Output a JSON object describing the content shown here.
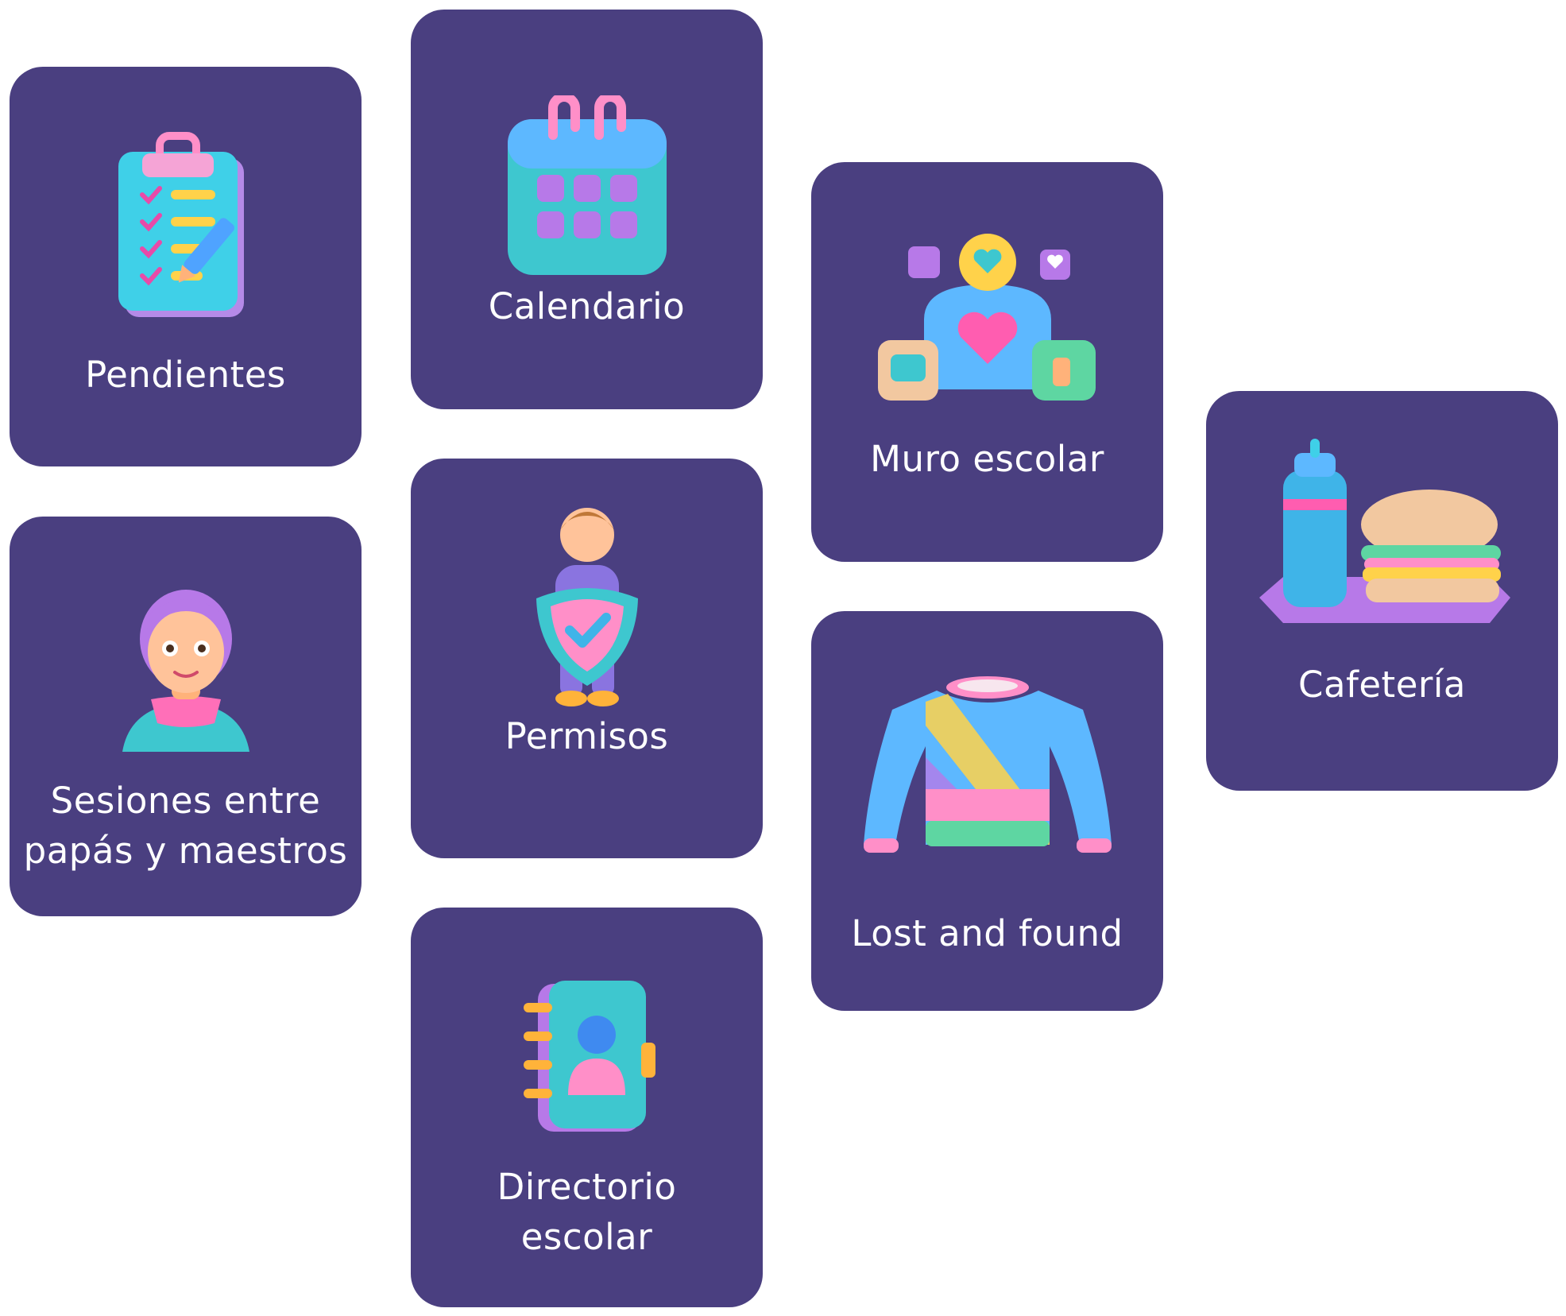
{
  "tiles": {
    "pendientes": {
      "label": "Pendientes",
      "icon": "clipboard-checklist-icon"
    },
    "calendario": {
      "label": "Calendario",
      "icon": "calendar-icon"
    },
    "muro_escolar": {
      "label": "Muro escolar",
      "icon": "social-wall-icon"
    },
    "cafeteria": {
      "label": "Cafetería",
      "icon": "lunch-tray-icon"
    },
    "sesiones": {
      "label_line1": "Sesiones entre",
      "label_line2": "papás y maestros",
      "icon": "parent-avatar-icon"
    },
    "permisos": {
      "label": "Permisos",
      "icon": "shield-person-icon"
    },
    "lost_and_found": {
      "label": "Lost and found",
      "icon": "sweater-icon"
    },
    "directorio": {
      "label_line1": "Directorio",
      "label_line2": "escolar",
      "icon": "address-book-icon"
    }
  },
  "colors": {
    "tile_background": "#4a3f80",
    "label_text": "#ffffff",
    "page_background": "#ffffff"
  }
}
